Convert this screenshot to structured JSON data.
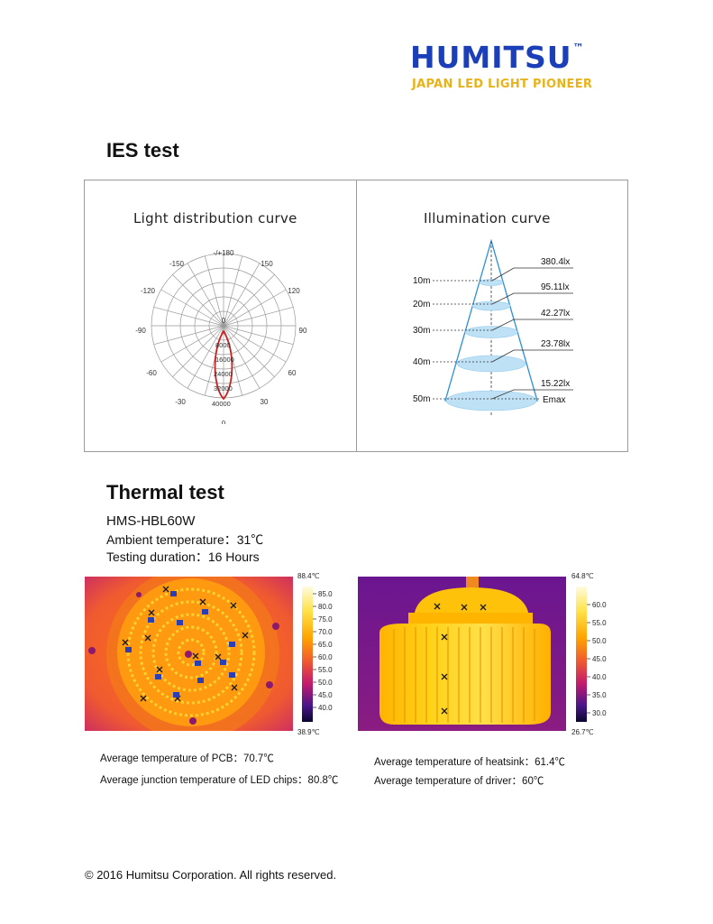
{
  "brand": {
    "name": "HUMITSU",
    "tm": "™",
    "tagline": "JAPAN LED LIGHT PIONEER"
  },
  "ies": {
    "title": "IES test",
    "light_distribution": {
      "title": "Light distribution curve",
      "angle_labels": {
        "a180": "-/+180",
        "a150L": "-150",
        "a150R": "150",
        "a120L": "-120",
        "a120R": "120",
        "a90L": "-90",
        "a90R": "90",
        "a60L": "-60",
        "a60R": "60",
        "a30L": "-30",
        "a30R": "30",
        "a0": "0",
        "center": "0"
      },
      "radial_labels": [
        "8000",
        "16000",
        "24000",
        "32000",
        "40000"
      ]
    },
    "illumination": {
      "title": "Illumination curve",
      "levels": [
        {
          "distance": "10m",
          "lux": "380.4lx"
        },
        {
          "distance": "20m",
          "lux": "95.11lx"
        },
        {
          "distance": "30m",
          "lux": "42.27lx"
        },
        {
          "distance": "40m",
          "lux": "23.78lx"
        },
        {
          "distance": "50m",
          "lux": "15.22lx"
        }
      ],
      "emax_label": "Emax"
    }
  },
  "thermal": {
    "title": "Thermal test",
    "model": "HMS-HBL60W",
    "ambient": "Ambient temperature：31℃",
    "duration": "Testing duration：16 Hours",
    "left_image": {
      "max_label": "88.4℃",
      "min_label": "38.9℃",
      "scale_ticks": [
        "85.0",
        "80.0",
        "75.0",
        "70.0",
        "65.0",
        "60.0",
        "55.0",
        "50.0",
        "45.0",
        "40.0"
      ]
    },
    "right_image": {
      "max_label": "64.8℃",
      "min_label": "26.7℃",
      "scale_ticks": [
        "60.0",
        "55.0",
        "50.0",
        "45.0",
        "40.0",
        "35.0",
        "30.0"
      ]
    },
    "captions": {
      "pcb": "Average temperature of PCB：70.7℃",
      "junction": "Average junction temperature of LED chips：80.8℃",
      "heatsink": "Average temperature of heatsink：61.4℃",
      "driver": "Average temperature of driver：60℃"
    },
    "colors": {
      "hot": "#fff8c0",
      "warm": "#ffb000",
      "mid": "#ff6a00",
      "cool": "#c21a6e",
      "cold": "#1b0a5a"
    }
  },
  "footer": "© 2016 Humitsu Corporation. All rights reserved."
}
